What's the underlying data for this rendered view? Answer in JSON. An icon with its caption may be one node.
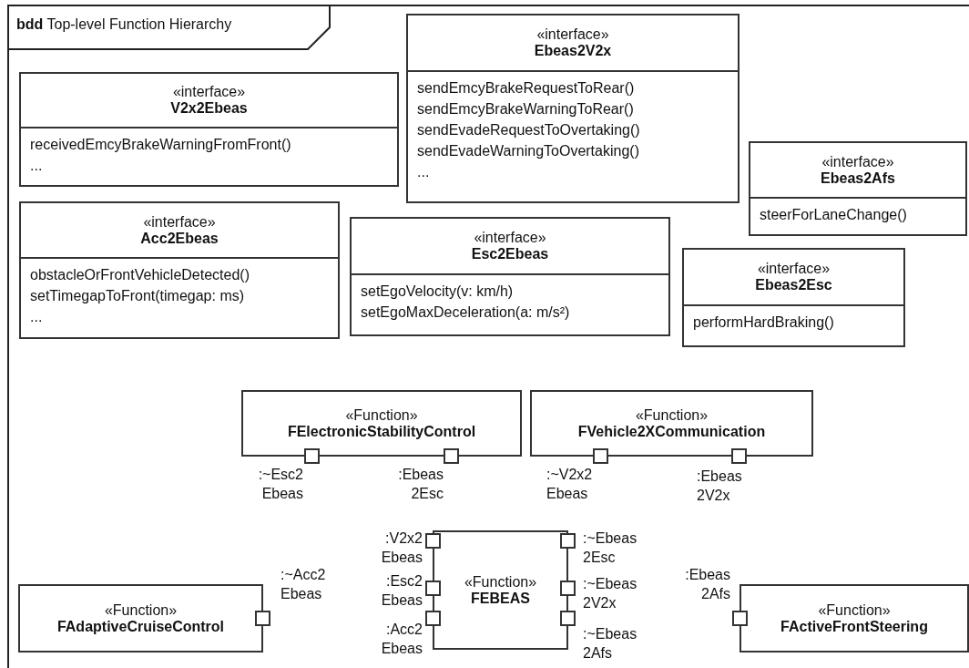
{
  "diagram": {
    "title": "**bdd** Top-level Function Hierarchy",
    "nodes": [
      {
        "text": [
          "«interface»",
          "V2x2Ebeas",
          "receivedEmcyBrakeWarningFromFront()",
          "..."
        ]
      },
      {
        "text": [
          "«interface»",
          "Ebeas2V2x",
          "sendEmcyBrakeRequestToRear()",
          "sendEmcyBrakeWarningToRear()",
          "sendEvadeRequestToOvertaking()",
          "sendEvadeWarningToOvertaking()",
          "..."
        ]
      },
      {
        "text": [
          "«interface»",
          "Ebeas2Afs",
          "steerForLaneChange()"
        ]
      },
      {
        "text": [
          "«interface»",
          "Acc2Ebeas",
          "obstacleOrFrontVehicleDetected()",
          "setTimegapToFront(timegap: ms)",
          "..."
        ]
      },
      {
        "text": [
          "«interface»",
          "Esc2Ebeas",
          "setEgoVelocity(v: km/h)",
          "setEgoMaxDeceleration(a: m/s²)"
        ]
      },
      {
        "text": [
          "«interface»",
          "Ebeas2Esc",
          "performHardBraking()"
        ]
      },
      {
        "text": [
          "«Function»",
          "FElectronicStabilityControl"
        ]
      },
      {
        "text": [
          "«Function»",
          "FVehicle2XCommunication"
        ]
      },
      {
        "text": [
          "«Function»",
          "FEBEAS"
        ]
      },
      {
        "text": [
          "«Function»",
          "FAdaptiveCruiseControl"
        ]
      },
      {
        "text": [
          "«Function»",
          "FActiveFrontSteering"
        ]
      },
      {
        "text": [],
        "shape": "box",
        "beside": [
          ":~Esc2 Ebeas"
        ]
      },
      {
        "text": [],
        "shape": "box",
        "beside": [
          ":Ebeas 2Esc"
        ]
      },
      {
        "text": [],
        "shape": "box",
        "beside": [
          ":~V2x2 Ebeas"
        ]
      },
      {
        "text": [],
        "shape": "box",
        "beside": [
          ":Ebeas 2V2x"
        ]
      },
      {
        "text": [],
        "shape": "box",
        "beside": [
          ":V2x2 Ebeas"
        ]
      },
      {
        "text": [],
        "shape": "box",
        "beside": [
          ":Esc2 Ebeas"
        ]
      },
      {
        "text": [],
        "shape": "box",
        "beside": [
          ":Acc2 Ebeas"
        ]
      },
      {
        "text": [],
        "shape": "box",
        "beside": [
          ":~Ebeas 2Esc"
        ]
      },
      {
        "text": [],
        "shape": "box",
        "beside": [
          ":~Ebeas 2V2x"
        ]
      },
      {
        "text": [],
        "shape": "box",
        "beside": [
          ":~Ebeas 2Afs"
        ]
      },
      {
        "text": [],
        "shape": "box",
        "beside": [
          ":~Acc2 Ebeas"
        ]
      },
      {
        "text": [],
        "shape": "box",
        "beside": [
          ":Ebeas 2Afs"
        ]
      }
    ],
    "edges": []
  }
}
